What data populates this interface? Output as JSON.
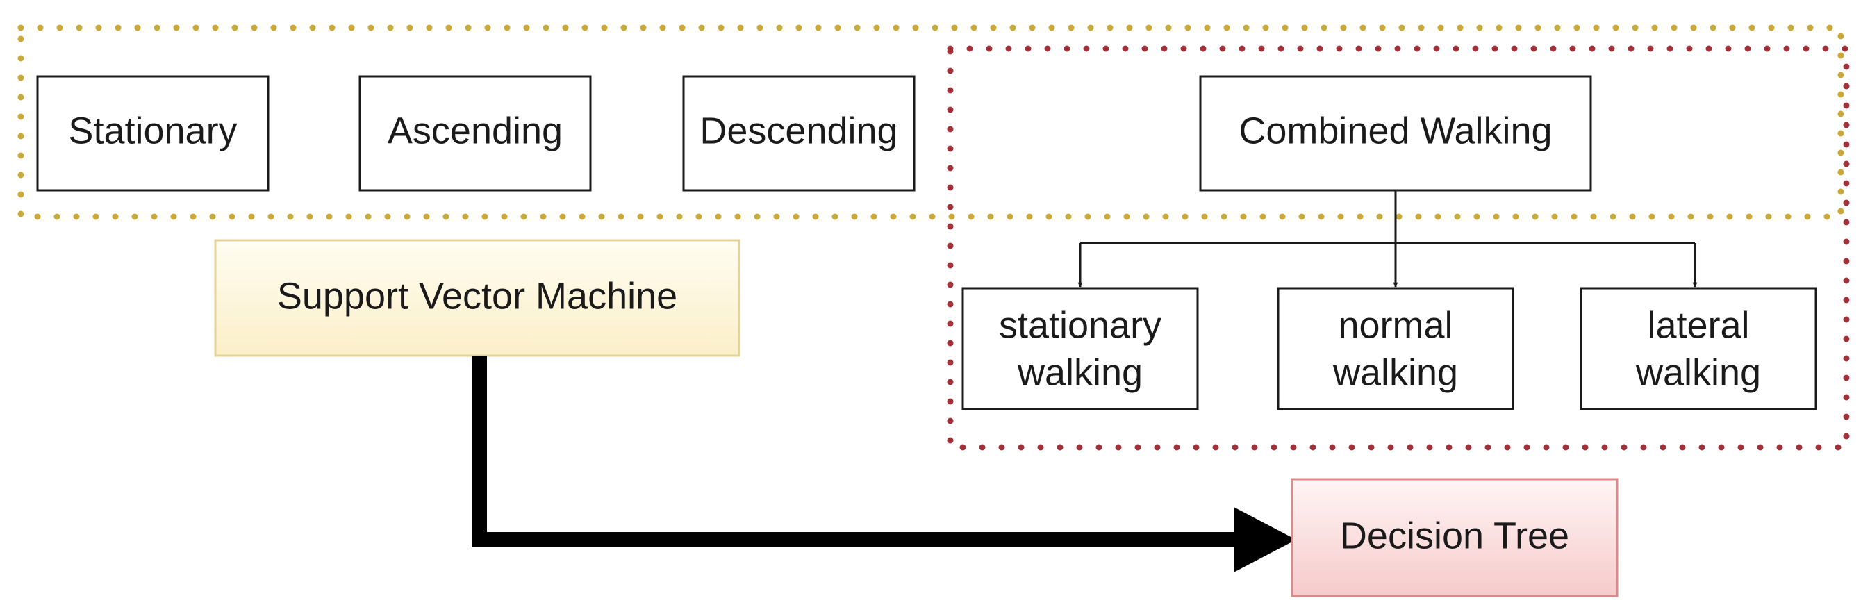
{
  "nodes": {
    "stationary": {
      "label": "Stationary"
    },
    "ascending": {
      "label": "Ascending"
    },
    "descending": {
      "label": "Descending"
    },
    "combined_walking": {
      "label": "Combined Walking"
    },
    "stationary_walking": {
      "lines": [
        "stationary",
        "walking"
      ]
    },
    "normal_walking": {
      "lines": [
        "normal",
        "walking"
      ]
    },
    "lateral_walking": {
      "lines": [
        "lateral",
        "walking"
      ]
    },
    "svm": {
      "label": "Support Vector Machine"
    },
    "decision_tree": {
      "label": "Decision Tree"
    }
  },
  "colors": {
    "svm_group_border": "#c8a93a",
    "tree_group_border": "#a3313a",
    "svm_fill_top": "#fffdf2",
    "svm_fill_bottom": "#fbefc8",
    "svm_stroke": "#e3d39a",
    "tree_fill_top": "#fff5f5",
    "tree_fill_bottom": "#f6caca",
    "tree_stroke": "#d98a8a",
    "box_stroke": "#1a1a1a",
    "arrow": "#000000"
  }
}
